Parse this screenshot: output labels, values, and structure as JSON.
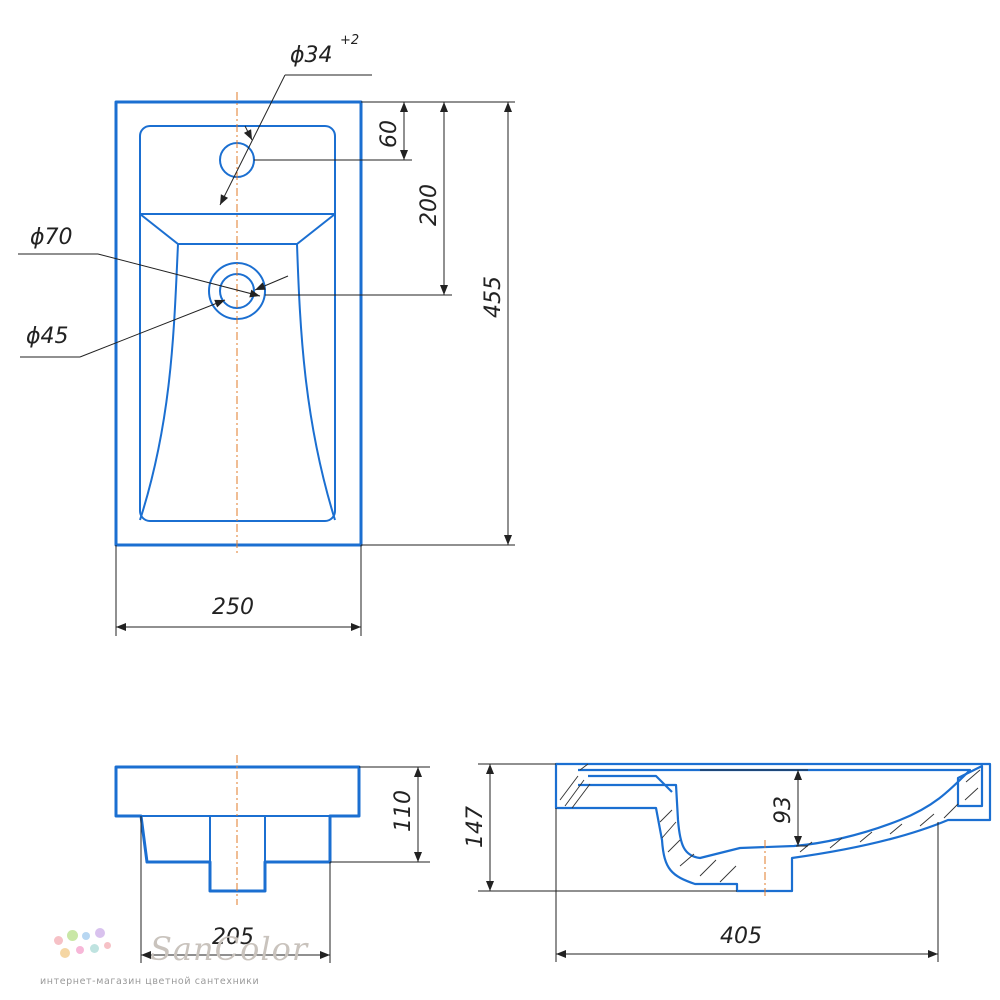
{
  "dimensions": {
    "tap_hole_diameter": "ϕ34",
    "tap_hole_tolerance": "+2",
    "overflow_outer_diameter": "ϕ70",
    "drain_diameter": "ϕ45",
    "tap_hole_offset": "60",
    "drain_offset": "200",
    "total_length": "455",
    "top_width": "250",
    "front_height": "110",
    "bowl_width": "205",
    "side_height": "147",
    "bowl_depth": "93",
    "side_depth": "405"
  },
  "brand": {
    "name": "SanColor",
    "tagline": "интернет-магазин цветной сантехники",
    "dot_colors": [
      "#f6c1c6",
      "#c9e7a6",
      "#b8d7f2",
      "#f5d6a3",
      "#d9c2ee",
      "#f7b7d8",
      "#bfe3e0"
    ]
  },
  "colors": {
    "outline": "#1b6fd1",
    "centerline": "#e07b2a",
    "dimension": "#222222"
  }
}
